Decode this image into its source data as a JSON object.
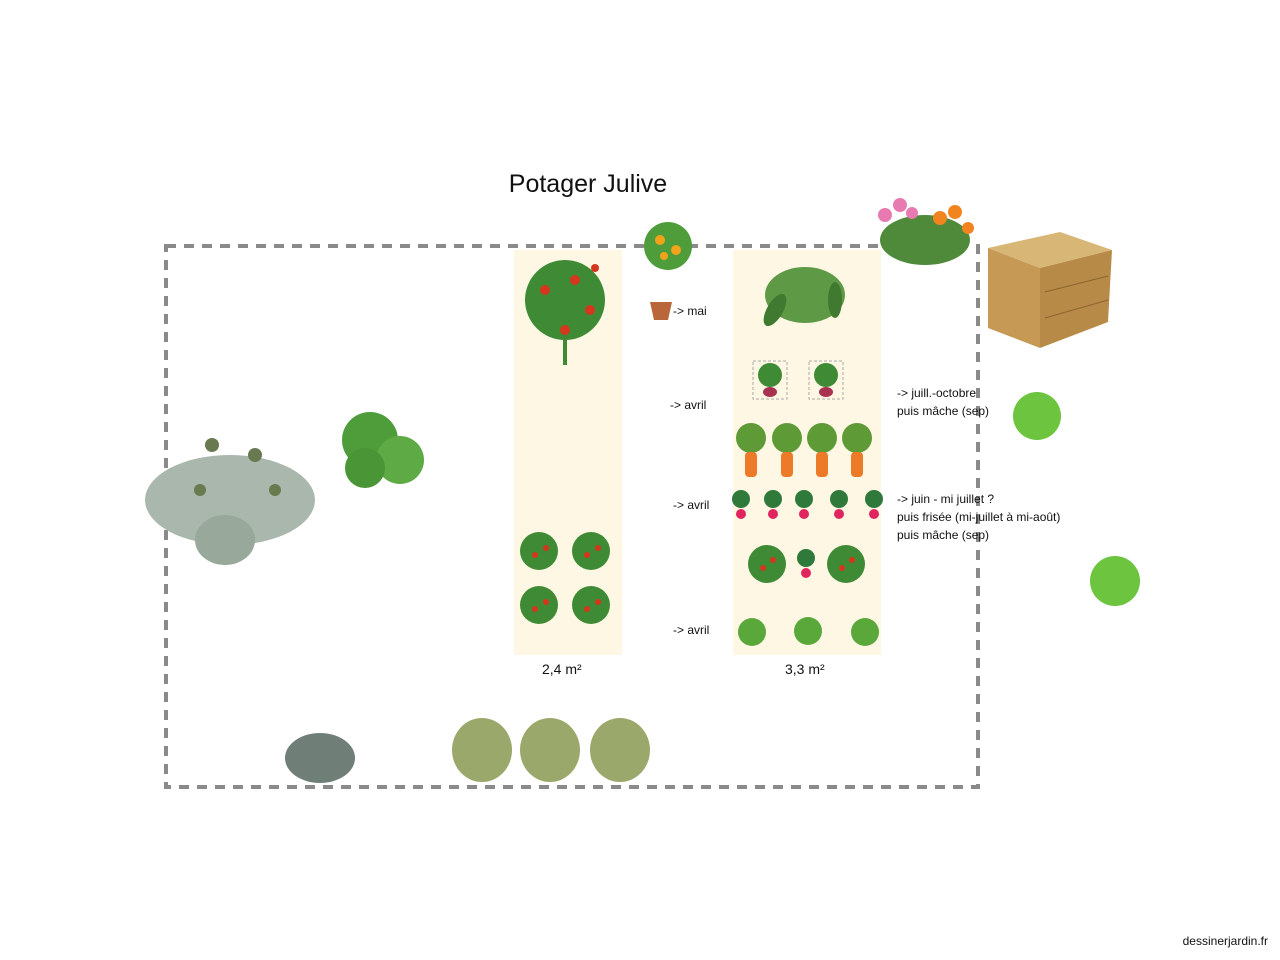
{
  "title": "Potager Julive",
  "beds": [
    {
      "area": "2,4 m²"
    },
    {
      "area": "3,3 m²"
    }
  ],
  "notes": {
    "mai": "-> mai",
    "avril_1": "-> avril",
    "avril_2": "-> avril",
    "avril_3": "-> avril",
    "right_1": [
      "-> juill.-octobre",
      "puis mâche (sep)"
    ],
    "right_2": [
      "-> juin - mi juillet ?",
      "puis frisée (mi-juillet à mi-août)",
      "puis mâche (sep)"
    ]
  },
  "colors": {
    "bed": "#fdf7e4",
    "border": "#8a8a8a"
  },
  "footer": "dessinerjardin.fr"
}
